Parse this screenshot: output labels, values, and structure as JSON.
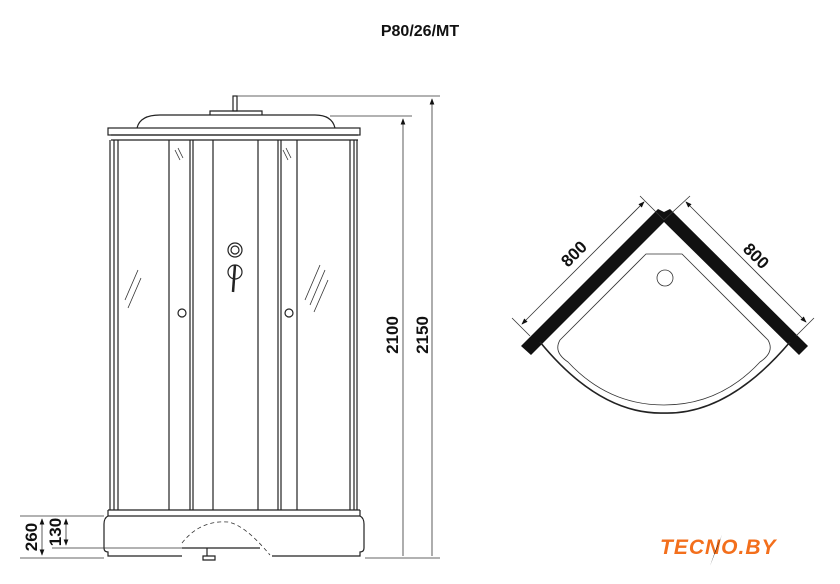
{
  "title": "P80/26/MT",
  "dimensions": {
    "total_height": "2150",
    "cabin_height": "2100",
    "tray_height": "260",
    "tray_step": "130",
    "width_left": "800",
    "width_right": "800"
  },
  "logo": "TECNO.BY",
  "colors": {
    "logo": "#f36f1c",
    "lines": "#222222"
  }
}
